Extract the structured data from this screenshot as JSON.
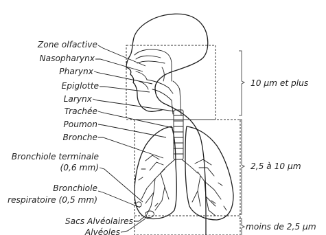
{
  "labels": {
    "zone_olfactive": "Zone olfactive",
    "nasopharynx": "Nasopharynx",
    "pharynx": "Pharynx",
    "epiglotte": "Epiglotte",
    "larynx": "Larynx",
    "trachee": "Trachée",
    "poumon": "Poumon",
    "bronche": "Bronche",
    "bronchiole_terminale_1": "Bronchiole terminale",
    "bronchiole_terminale_2": "(0,6 mm)",
    "bronchiole_resp_1": "Bronchiole",
    "bronchiole_resp_2": "respiratoire (0,5 mm)",
    "sacs_alveolaires": "Sacs Alvéolaires",
    "alveoles": "Alvéoles"
  },
  "zones": {
    "upper": "10 µm et plus",
    "middle": "2,5 à 10 µm",
    "lower": "moins de 2,5 µm"
  }
}
